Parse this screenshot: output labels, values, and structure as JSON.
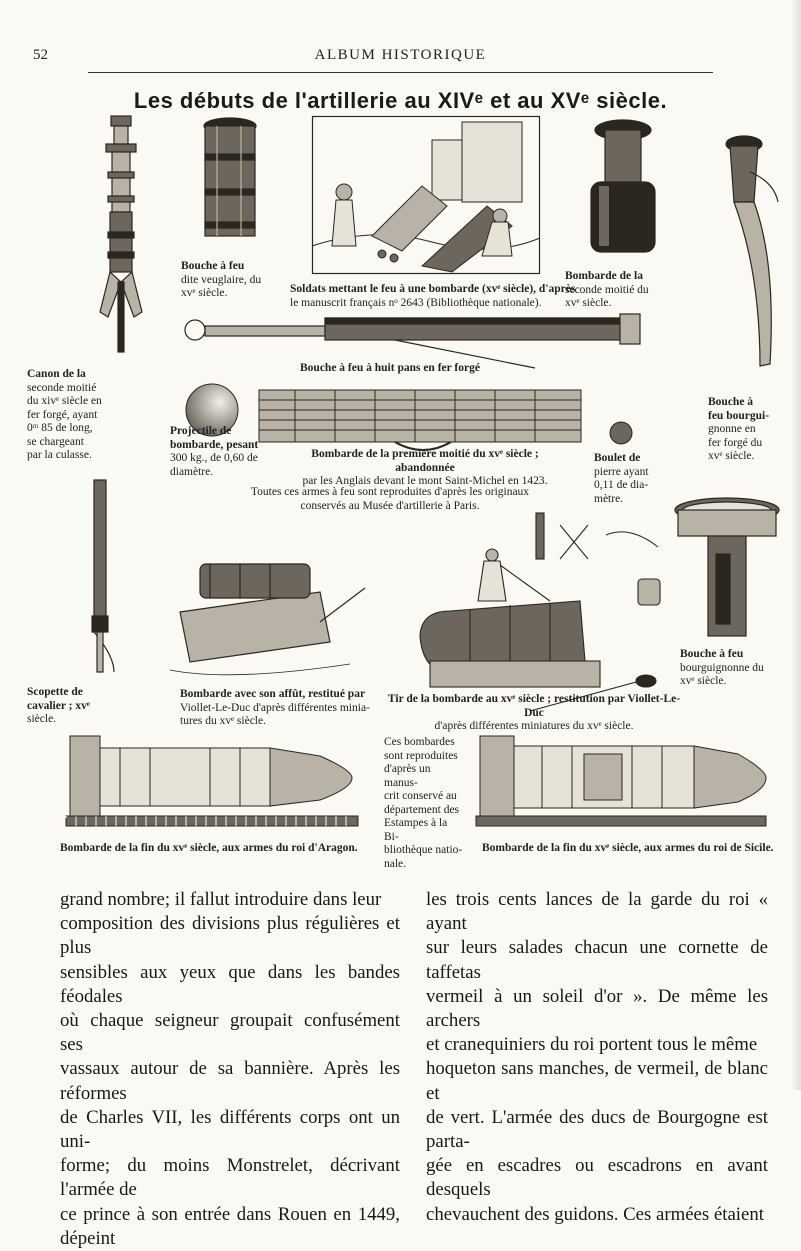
{
  "page": {
    "number": "52",
    "running_head": "ALBUM HISTORIQUE"
  },
  "plate": {
    "title": "Les débuts de l'artillerie au XIVᵉ et au XVᵉ siècle.",
    "captions": {
      "bouche_veuglaire": [
        "Bouche à feu",
        "dite veuglaire, du",
        "xvᵉ siècle."
      ],
      "soldats": [
        "Soldats mettant le feu à une bombarde (xvᵉ siècle), d'après",
        "le manuscrit français nᵒ 2643 (Bibliothèque nationale)."
      ],
      "bombarde_seconde": [
        "Bombarde de la",
        "seconde moitié du",
        "xvᵉ siècle."
      ],
      "huit_pans": "Bouche à feu à huit pans en fer forgé",
      "canon": [
        "Canon de la",
        "seconde moitié",
        "du xivᵉ siècle en",
        "fer forgé, ayant",
        "0ᵐ 85 de long,",
        "se chargeant",
        "par la culasse."
      ],
      "bouche_bourguignonne_top": [
        "Bouche à",
        "feu bourgui-",
        "gnonne en",
        "fer forgé du",
        "xvᵉ siècle."
      ],
      "projectile": [
        "Projectile de",
        "bombarde, pesant",
        "300 kg., de 0,60 de",
        "diamètre."
      ],
      "bombarde_premiere": [
        "Bombarde de la première moitié du xvᵉ siècle ; abandonnée",
        "par les Anglais devant le mont Saint-Michel en 1423."
      ],
      "boulet": [
        "Boulet de",
        "pierre ayant",
        "0,11 de dia-",
        "mètre."
      ],
      "note_originaux": [
        "Toutes ces armes à feu sont reproduites d'après les originaux",
        "conservés au Musée d'artillerie à Paris."
      ],
      "scopette": [
        "Scopette de",
        "cavalier ; xvᵉ",
        "siècle."
      ],
      "bombarde_affut": [
        "Bombarde avec son affût, restitué par",
        "Viollet-Le-Duc d'après différentes minia-",
        "tures du xvᵉ siècle."
      ],
      "tir": [
        "Tir de la bombarde au xvᵉ siècle ; restitution par Viollet-Le-Duc",
        "d'après différentes miniatures du xvᵉ siècle."
      ],
      "bouche_bourguignonne_right": [
        "Bouche à feu",
        "bourguignonne du",
        "xvᵉ siècle."
      ],
      "ces_bombardes": [
        "Ces bombardes",
        "sont reproduites",
        "d'après un manus-",
        "crit conservé au",
        "département des",
        "Estampes à la Bi-",
        "bliothèque natio-",
        "nale."
      ],
      "aragon": "Bombarde de la fin du xvᵉ siècle, aux armes du roi d'Aragon.",
      "sicile": "Bombarde de la fin du xvᵉ siècle, aux armes du roi de Sicile."
    }
  },
  "body": {
    "left_column": [
      "grand nombre; il fallut introduire dans leur",
      "composition des divisions plus régulières et plus",
      "sensibles aux yeux que dans les bandes féodales",
      "où chaque seigneur groupait confusément ses",
      "vassaux autour de sa bannière. Après les réformes",
      "de Charles VII, les différents corps ont un uni-",
      "forme; du moins Monstrelet, décrivant l'armée de",
      "ce prince à son entrée dans Rouen en 1449, dépeint"
    ],
    "right_column": [
      "les trois cents lances de la garde du roi « ayant",
      "sur leurs salades chacun une cornette de taffetas",
      "vermeil à un soleil d'or ». De même les archers",
      "et cranequiniers du roi portent tous le même",
      "hoqueton sans manches, de vermeil, de blanc et",
      "de vert. L'armée des ducs de Bourgogne est parta-",
      "gée en escadres ou escadrons en avant desquels",
      "chevauchent des guidons. Ces armées étaient"
    ]
  },
  "illustrations": {
    "ink": "#2b2620",
    "shade": "#6d665c",
    "light": "#b9b2a6",
    "paper": "#fbf9f4"
  }
}
